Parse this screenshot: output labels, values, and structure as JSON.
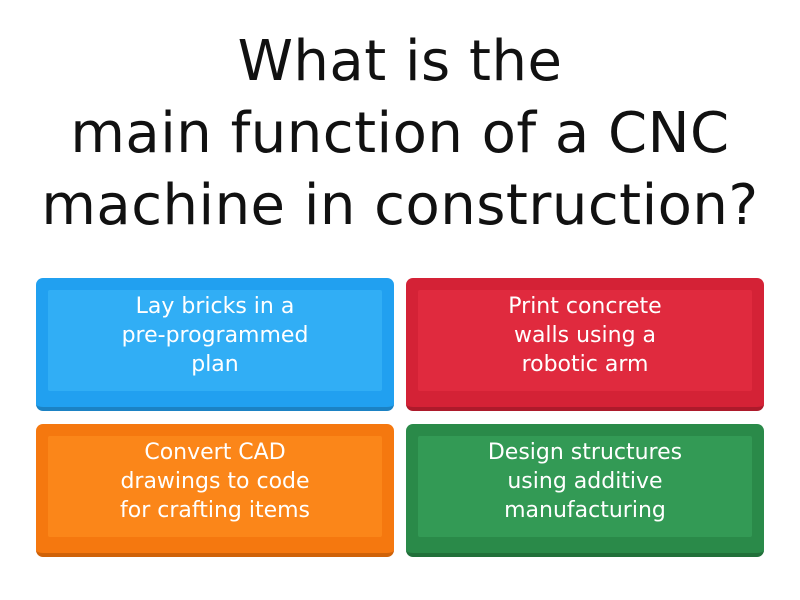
{
  "question": {
    "lines": [
      "What is the",
      "main function of a CNC",
      "machine in construction?"
    ]
  },
  "answers": [
    {
      "lines": [
        "Lay bricks in a",
        "pre-programmed",
        "plan"
      ],
      "color": "#31aef5"
    },
    {
      "lines": [
        "Print concrete",
        "walls using a",
        "robotic arm"
      ],
      "color": "#e02a3e"
    },
    {
      "lines": [
        "Convert CAD",
        "drawings to code",
        "for crafting items"
      ],
      "color": "#fb8619"
    },
    {
      "lines": [
        "Design structures",
        "using additive",
        "manufacturing"
      ],
      "color": "#339a55"
    }
  ]
}
